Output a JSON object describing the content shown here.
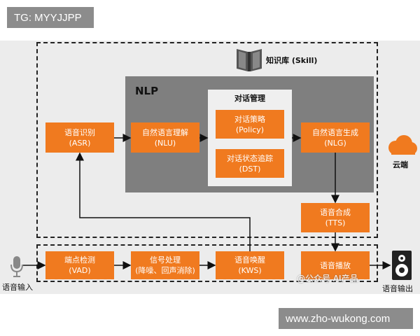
{
  "badge_top": "TG: MYYJJPP",
  "badge_bottom": "www.zho-wukong.com",
  "knowledge_base": "知识库 (Skill)",
  "nlp_title": "NLP",
  "dialog_mgmt_title": "对话管理",
  "cloud_label": "云端",
  "voice_input_label": "语音输入",
  "voice_output_label": "语音输出",
  "watermark": "@公众号 AI产品",
  "boxes": {
    "asr": {
      "line1": "语音识别",
      "line2": "(ASR)"
    },
    "nlu": {
      "line1": "自然语言理解",
      "line2": "(NLU)"
    },
    "policy": {
      "line1": "对话策略",
      "line2": "(Policy)"
    },
    "dst": {
      "line1": "对话状态追踪",
      "line2": "(DST)"
    },
    "nlg": {
      "line1": "自然语言生成",
      "line2": "(NLG)"
    },
    "tts": {
      "line1": "语音合成",
      "line2": "(TTS)"
    },
    "vad": {
      "line1": "端点检测",
      "line2": "(VAD)"
    },
    "signal": {
      "line1": "信号处理",
      "line2": "(降噪、回声消除)"
    },
    "kws": {
      "line1": "语音唤醒",
      "line2": "(KWS)"
    },
    "playback": {
      "line1": "语音播放",
      "line2": ""
    }
  },
  "colors": {
    "orange": "#f07a1f",
    "nlp_bg": "#7f7f7f",
    "dm_bg": "#efefef",
    "panel_bg": "#ececec",
    "badge_bg": "#8c8c8c"
  }
}
